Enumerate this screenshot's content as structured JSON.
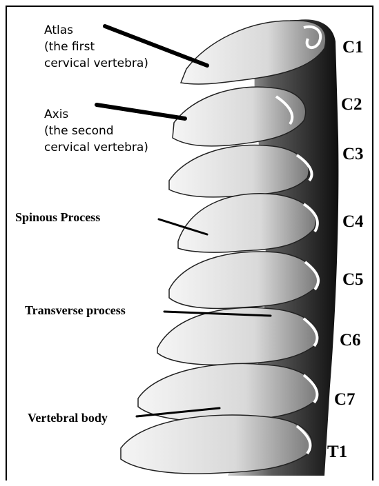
{
  "labels": {
    "atlas": [
      "Atlas",
      "(the first",
      "cervical vertebra)"
    ],
    "axis": [
      "Axis",
      "(the second",
      "cervical vertebra)"
    ],
    "spinous": "Spinous Process",
    "transverse": "Transverse process",
    "body": "Vertebral body"
  },
  "vertebrae": [
    "C1",
    "C2",
    "C3",
    "C4",
    "C5",
    "C6",
    "C7",
    "T1"
  ],
  "colors": {
    "ink": "#000000",
    "bone_light": "#f2f2f2",
    "bone_mid": "#bdbdbd",
    "bone_dark": "#1a1a1a"
  }
}
